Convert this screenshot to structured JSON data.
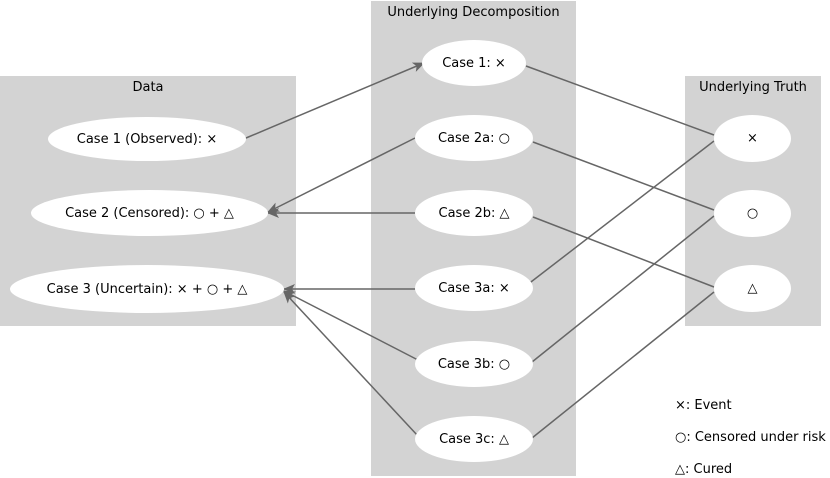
{
  "panels": {
    "data": {
      "title": "Data"
    },
    "decomposition": {
      "title": "Underlying Decomposition"
    },
    "truth": {
      "title": "Underlying Truth"
    }
  },
  "data_nodes": {
    "case1": "Case 1 (Observed): ×",
    "case2": "Case 2 (Censored): ○ + △",
    "case3": "Case 3 (Uncertain): × + ○ + △"
  },
  "decomposition_nodes": {
    "case1": "Case 1: ×",
    "case2a": "Case 2a: ○",
    "case2b": "Case 2b: △",
    "case3a": "Case 3a: ×",
    "case3b": "Case 3b: ○",
    "case3c": "Case 3c: △"
  },
  "truth_nodes": {
    "event": "×",
    "censored": "○",
    "cured": "△"
  },
  "legend": {
    "event": "×: Event",
    "censored": "○: Censored under risk",
    "cured": "△: Cured"
  },
  "colors": {
    "panel": "#d3d3d3",
    "node": "#ffffff",
    "edge": "#666666"
  }
}
